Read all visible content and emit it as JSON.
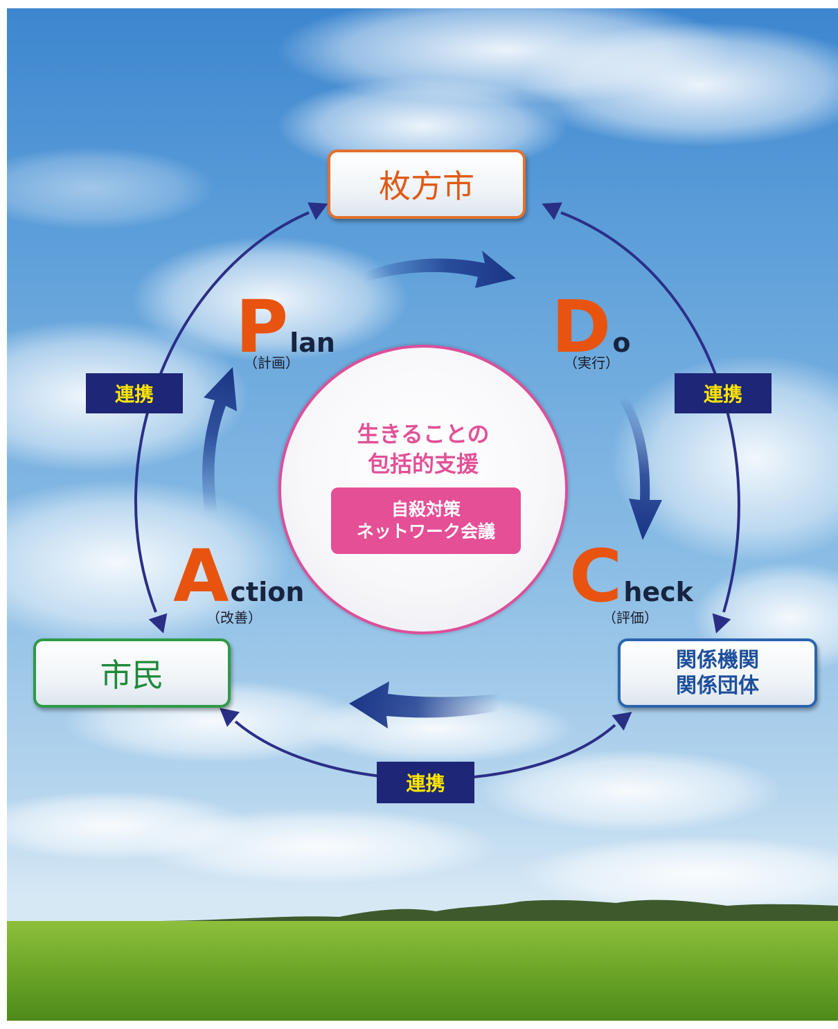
{
  "nodes": {
    "hirakata": "枚方市",
    "shimin": "市民",
    "kankei_line1": "関係機関",
    "kankei_line2": "関係団体"
  },
  "links": {
    "left": "連携",
    "right": "連携",
    "bottom": "連携"
  },
  "center": {
    "line1": "生きることの",
    "line2": "包括的支援",
    "box_line1": "自殺対策",
    "box_line2": "ネットワーク会議"
  },
  "phases": {
    "plan": {
      "initial": "P",
      "rest": "lan",
      "sub": "（計画）"
    },
    "do": {
      "initial": "D",
      "rest": "o",
      "sub": "（実行）"
    },
    "check": {
      "initial": "C",
      "rest": "heck",
      "sub": "（評価）"
    },
    "action": {
      "initial": "A",
      "rest": "ction",
      "sub": "（改善）"
    }
  },
  "colors": {
    "navy": "#1d2677",
    "orange": "#e8540f",
    "pink": "#e54f96",
    "green": "#2e9b47",
    "blue": "#2a64ad",
    "link_text": "#ffe600"
  }
}
